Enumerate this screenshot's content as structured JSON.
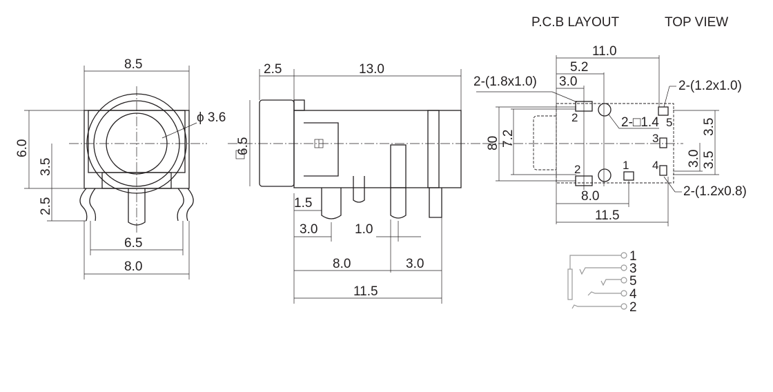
{
  "header": {
    "pcb_layout": "P.C.B LAYOUT",
    "top_view": "TOP VIEW"
  },
  "front_view": {
    "width_top": "8.5",
    "diameter": "ϕ 3.6",
    "height": "6.0",
    "center_height": "3.5",
    "pin_length": "2.5",
    "pin_span_inner": "6.5",
    "pin_span_outer": "8.0"
  },
  "side_view": {
    "flange": "2.5",
    "length": "13.0",
    "height": "6.5",
    "pin_offset": "1.5",
    "pin1_pos": "3.0",
    "pin_width": "1.0",
    "pin2_pos": "8.0",
    "pin3_gap": "3.0",
    "total": "11.5"
  },
  "pcb_view": {
    "width": "11.0",
    "hole_offset": "5.2",
    "pad_offset": "3.0",
    "pad_large": "2-(1.8x1.0)",
    "pad_right_top": "2-(1.2x1.0)",
    "hole": "2-□1.4",
    "pad_right_bottom": "2-(1.2x0.8)",
    "height_outer": "80",
    "height_inner": "7.2",
    "right_top": "3.5",
    "right_mid": "3.0",
    "right_bottom": "3.5",
    "bottom_inner": "8.0",
    "bottom_outer": "11.5",
    "pin_labels": {
      "p2_top": "2",
      "p5": "5",
      "p3": "3",
      "p4": "4",
      "p1": "1",
      "p2_bottom": "2"
    }
  },
  "schematic": {
    "pins": [
      "1",
      "3",
      "5",
      "4",
      "2"
    ]
  }
}
